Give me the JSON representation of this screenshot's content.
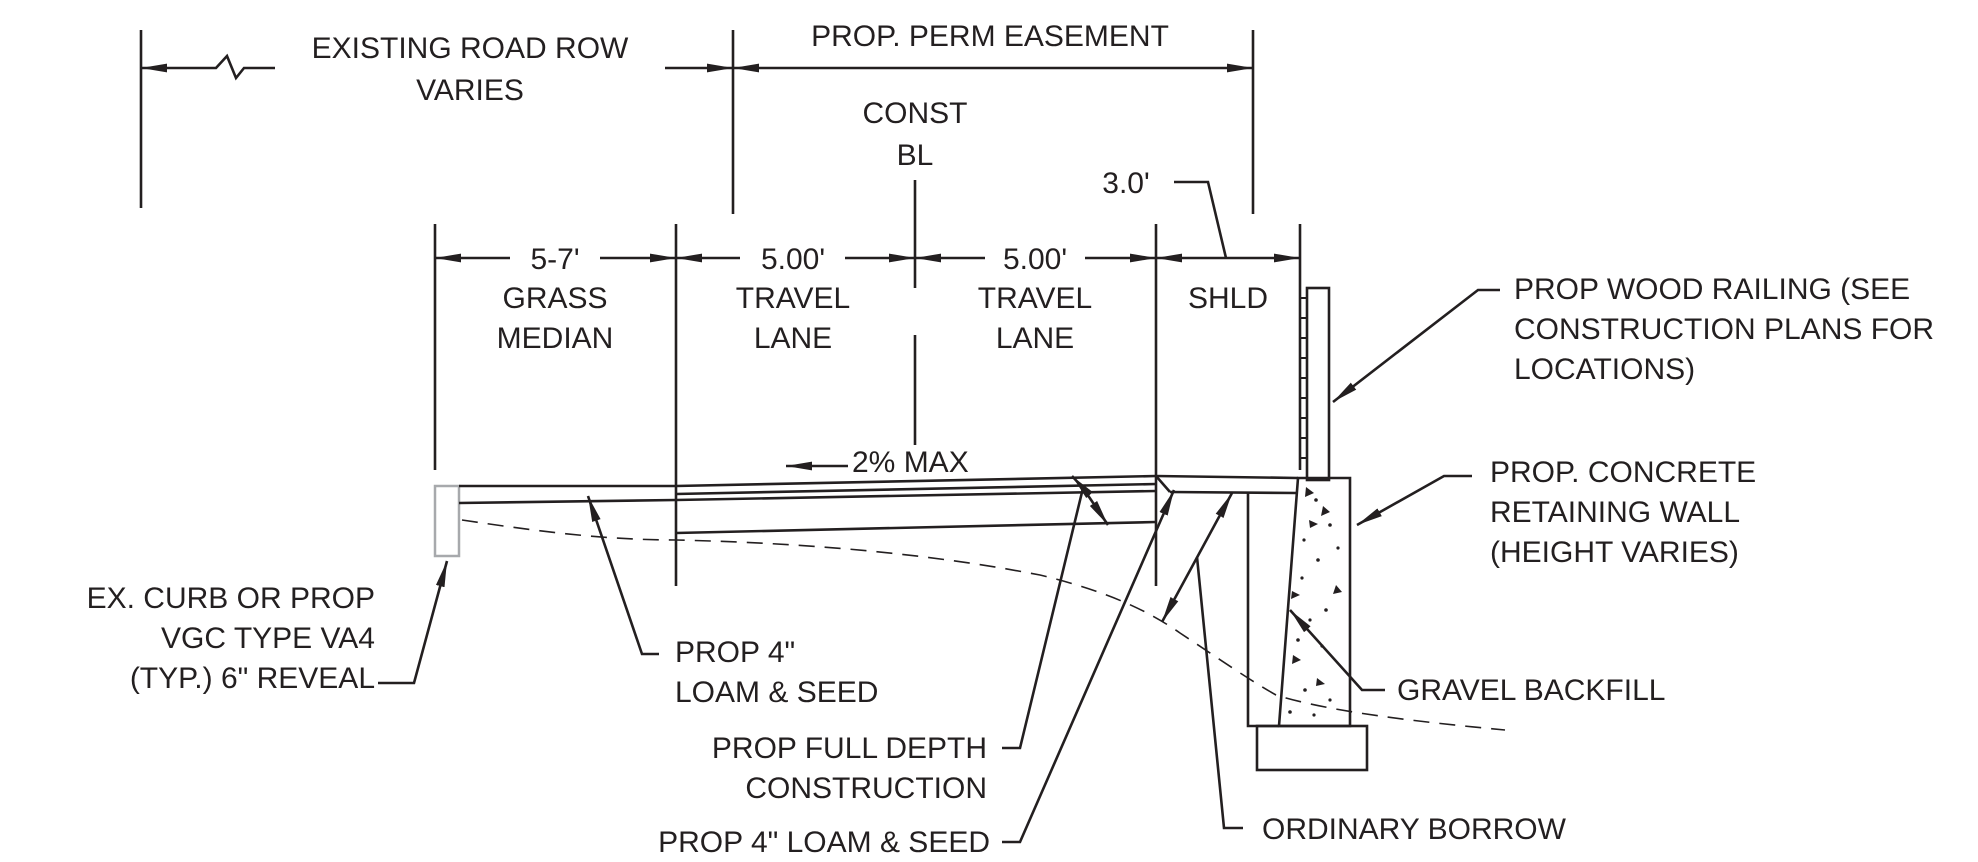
{
  "labels": {
    "existing_row_1": "EXISTING ROAD ROW",
    "existing_row_2": "VARIES",
    "perm_easement": "PROP. PERM EASEMENT",
    "const_1": "CONST",
    "const_2": "BL",
    "shld_width": "3.0'",
    "median_width": "5-7'",
    "median_1": "GRASS",
    "median_2": "MEDIAN",
    "lane1_width": "5.00'",
    "lane1_1": "TRAVEL",
    "lane1_2": "LANE",
    "lane2_width": "5.00'",
    "lane2_1": "TRAVEL",
    "lane2_2": "LANE",
    "shld": "SHLD",
    "railing_1": "PROP WOOD RAILING (SEE",
    "railing_2": "CONSTRUCTION PLANS FOR",
    "railing_3": "LOCATIONS)",
    "slope": "2% MAX",
    "wall_1": "PROP. CONCRETE",
    "wall_2": "RETAINING WALL",
    "wall_3": "(HEIGHT VARIES)",
    "curb_1": "EX. CURB OR PROP",
    "curb_2": "VGC TYPE VA4",
    "curb_3": "(TYP.) 6\" REVEAL",
    "loam_left_1": "PROP 4\"",
    "loam_left_2": "LOAM & SEED",
    "gravel": "GRAVEL BACKFILL",
    "full_depth_1": "PROP FULL DEPTH",
    "full_depth_2": "CONSTRUCTION",
    "loam_right": "PROP 4\" LOAM & SEED",
    "borrow": "ORDINARY BORROW"
  }
}
